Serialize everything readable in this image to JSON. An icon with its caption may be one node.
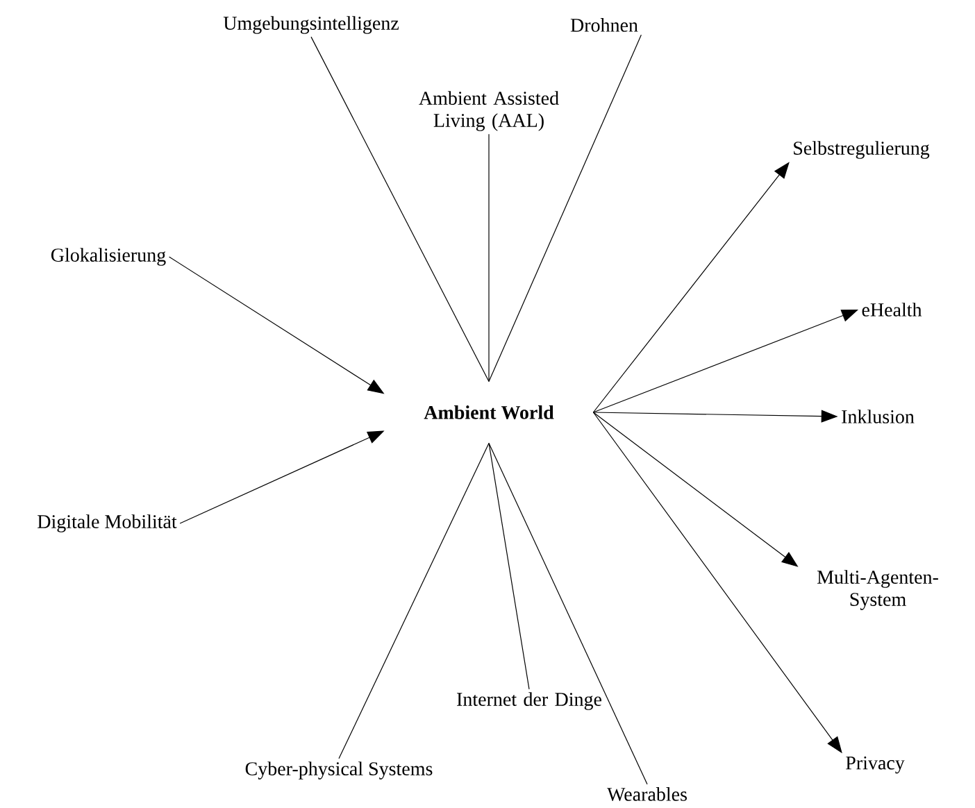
{
  "diagram": {
    "nodes": [
      {
        "text": [
          "Ambient World"
        ]
      },
      {
        "text": [
          "Umgebungsintelligenz"
        ]
      },
      {
        "text": [
          "Drohnen"
        ]
      },
      {
        "text": [
          "Ambient Assisted Living (AAL)"
        ]
      },
      {
        "text": [
          "Selbstregulierung"
        ]
      },
      {
        "text": [
          "Glokalisierung"
        ]
      },
      {
        "text": [
          "eHealth"
        ]
      },
      {
        "text": [
          "Inklusion"
        ]
      },
      {
        "text": [
          "Digitale Mobilität"
        ]
      },
      {
        "text": [
          "Multi-Agenten-System"
        ]
      },
      {
        "text": [
          "Internet der Dinge"
        ]
      },
      {
        "text": [
          "Privacy"
        ]
      },
      {
        "text": [
          "Cyber-physical Systems"
        ]
      },
      {
        "text": [
          "Wearables"
        ]
      }
    ],
    "edges": [
      {
        "from": 1,
        "to": 0,
        "arrow": "none"
      },
      {
        "from": 3,
        "to": 0,
        "arrow": "none"
      },
      {
        "from": 2,
        "to": 0,
        "arrow": "none"
      },
      {
        "from": 5,
        "to": 0,
        "arrow": "to"
      },
      {
        "from": 8,
        "to": 0,
        "arrow": "to"
      },
      {
        "from": 0,
        "to": 4,
        "arrow": "to"
      },
      {
        "from": 0,
        "to": 6,
        "arrow": "to"
      },
      {
        "from": 0,
        "to": 7,
        "arrow": "to"
      },
      {
        "from": 0,
        "to": 9,
        "arrow": "to"
      },
      {
        "from": 0,
        "to": 11,
        "arrow": "to"
      },
      {
        "from": 0,
        "to": 12,
        "arrow": "none"
      },
      {
        "from": 0,
        "to": 10,
        "arrow": "none"
      },
      {
        "from": 0,
        "to": 13,
        "arrow": "none"
      }
    ]
  }
}
